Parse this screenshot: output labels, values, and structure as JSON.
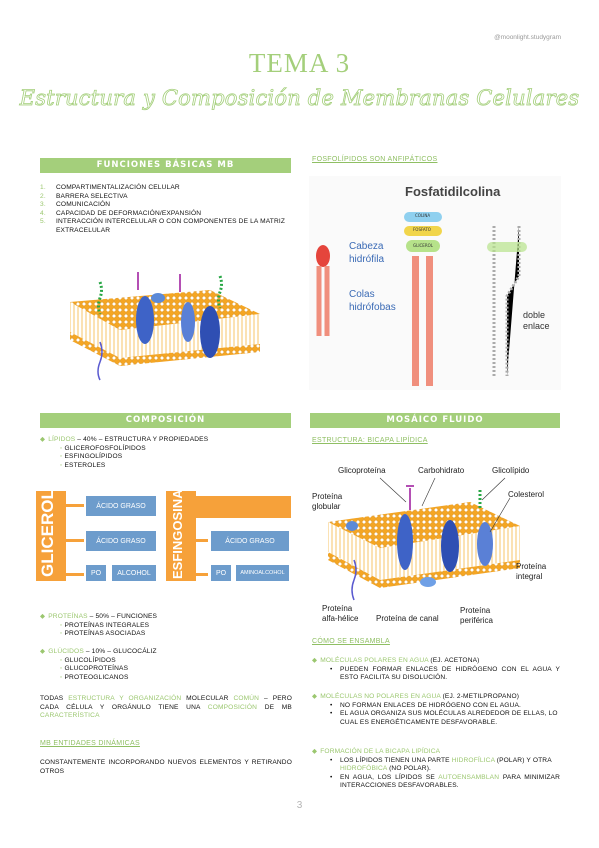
{
  "watermark": "@moonlight.studygram",
  "title": "TEMA 3",
  "subtitle": "Estructura y Composición de Membranas Celulares",
  "funciones": {
    "header": "FUNCIONES BÁSICAS MB",
    "items": [
      {
        "num": "1.",
        "text": "COMPARTIMENTALIZACIÓN CELULAR"
      },
      {
        "num": "2.",
        "text": "BARRERA SELECTIVA"
      },
      {
        "num": "3.",
        "text": "COMUNICACIÓN"
      },
      {
        "num": "4.",
        "text": "CAPACIDAD DE DEFORMACIÓN/EXPANSIÓN"
      },
      {
        "num": "5.",
        "text": "INTERACCIÓN INTERCELULAR O CON COMPONENTES DE LA MATRIZ EXTRACELULAR"
      }
    ]
  },
  "fosfolipidos": {
    "header": "FOSFOLÍPIDOS SON ANFIPÁTICOS",
    "figure_title": "Fosfatidilcolina",
    "cabeza_label": "Cabeza hidrófila",
    "colas_label": "Colas hidrófobas",
    "doble_label": "doble enlace",
    "colina": "COLINA",
    "fosfato": "FOSFATO",
    "glicerol": "GLICEROL"
  },
  "composicion": {
    "header": "COMPOSICIÓN",
    "lipidos_title": "LÍPIDOS",
    "lipidos_rest": " – 40% – ESTRUCTURA Y PROPIEDADES",
    "lipidos_items": [
      "GLICEROFOSFOLÍPIDOS",
      "ESFINGOLÍPIDOS",
      "ESTEROLES"
    ],
    "diagram": {
      "glicerol": "GLICEROL",
      "esfingosina": "ESFINGOSINA",
      "acido1": "ÁCIDO GRASO",
      "acido2": "ÁCIDO GRASO",
      "acido3": "ÁCIDO GRASO",
      "po_a": "PO",
      "po_b": "PO",
      "alcohol": "ALCOHOL",
      "aminoalcohol": "AMINOALCOHOL"
    },
    "proteinas_title": "PROTEÍNAS",
    "proteinas_rest": " – 50% – FUNCIONES",
    "proteinas_items": [
      "PROTEÍNAS INTEGRALES",
      "PROTEÍNAS ASOCIADAS"
    ],
    "glucidos_title": "GLÚCIDOS",
    "glucidos_rest": " – 10% – GLUCOCÁLIZ",
    "glucidos_items": [
      "GLUCOLÍPIDOS",
      "GLUCOPROTEÍNAS",
      "PROTEOGLICANOS"
    ],
    "todas_1": "TODAS ",
    "todas_2": "ESTRUCTURA Y ORGANIZACIÓN",
    "todas_3": " MOLECULAR ",
    "todas_4": "COMÚN",
    "todas_5": " – PERO CADA CÉLULA Y ORGÁNULO TIENE UNA ",
    "todas_6": "COMPOSICIÓN",
    "todas_7": " DE MB ",
    "todas_8": "CARACTERÍSTICA",
    "entidades_header": "MB ENTIDADES DINÁMICAS",
    "entidades_text": "CONSTANTEMENTE INCORPORANDO NUEVOS ELEMENTOS Y RETIRANDO OTROS"
  },
  "mosaico": {
    "header": "MOSÁICO FLUIDO",
    "estructura": "ESTRUCTURA: BICAPA LIPÍDICA",
    "labels": {
      "glicoproteina": "Glicoproteína",
      "carbohidrato": "Carbohidrato",
      "glicolipido": "Glicolípido",
      "globular": "Proteína globular",
      "colesterol": "Colesterol",
      "integral": "Proteína integral",
      "alfa": "Proteína alfa-hélice",
      "canal": "Proteína de canal",
      "periferica": "Proteína periférica"
    },
    "como": "CÓMO SE ENSAMBLA",
    "polares_title": "MOLÉCULAS POLARES EN AGUA",
    "polares_ex": " (EJ. ACETONA)",
    "polares_b": "PUEDEN FORMAR ENLACES DE HIDRÓGENO CON EL AGUA Y ESTO FACILITA SU DISOLUCIÓN.",
    "nopolares_title": "MOLÉCULAS NO POLARES EN AGUA",
    "nopolares_ex": " (EJ. 2-METILPROPANO)",
    "nopolares_b1": "NO FORMAN ENLACES DE HIDRÓGENO CON EL AGUA.",
    "nopolares_b2": "EL AGUA ORGANIZA SUS MOLÉCULAS ALREDEDOR DE ELLAS, LO CUAL ES ENERGÉTICAMENTE DESFAVORABLE.",
    "formacion_title": "FORMACIÓN DE LA BICAPA LIPÍDICA",
    "form_b1_1": "LOS LÍPIDOS TIENEN UNA PARTE ",
    "form_b1_2": "HIDROFÍLICA",
    "form_b1_3": " (POLAR) Y OTRA ",
    "form_b1_4": "HIDROFÓBICA",
    "form_b1_5": " (NO POLAR).",
    "form_b2_1": "EN AGUA, LOS LÍPIDOS SE ",
    "form_b2_2": "AUTOENSAMBLAN",
    "form_b2_3": " PARA MINIMIZAR INTERACCIONES DESFAVORABLES."
  },
  "page_number": "3",
  "colors": {
    "accent": "#a4cf7b",
    "orange": "#f6a13a",
    "blue": "#6d9ccc",
    "salmon": "#f08f7d"
  }
}
